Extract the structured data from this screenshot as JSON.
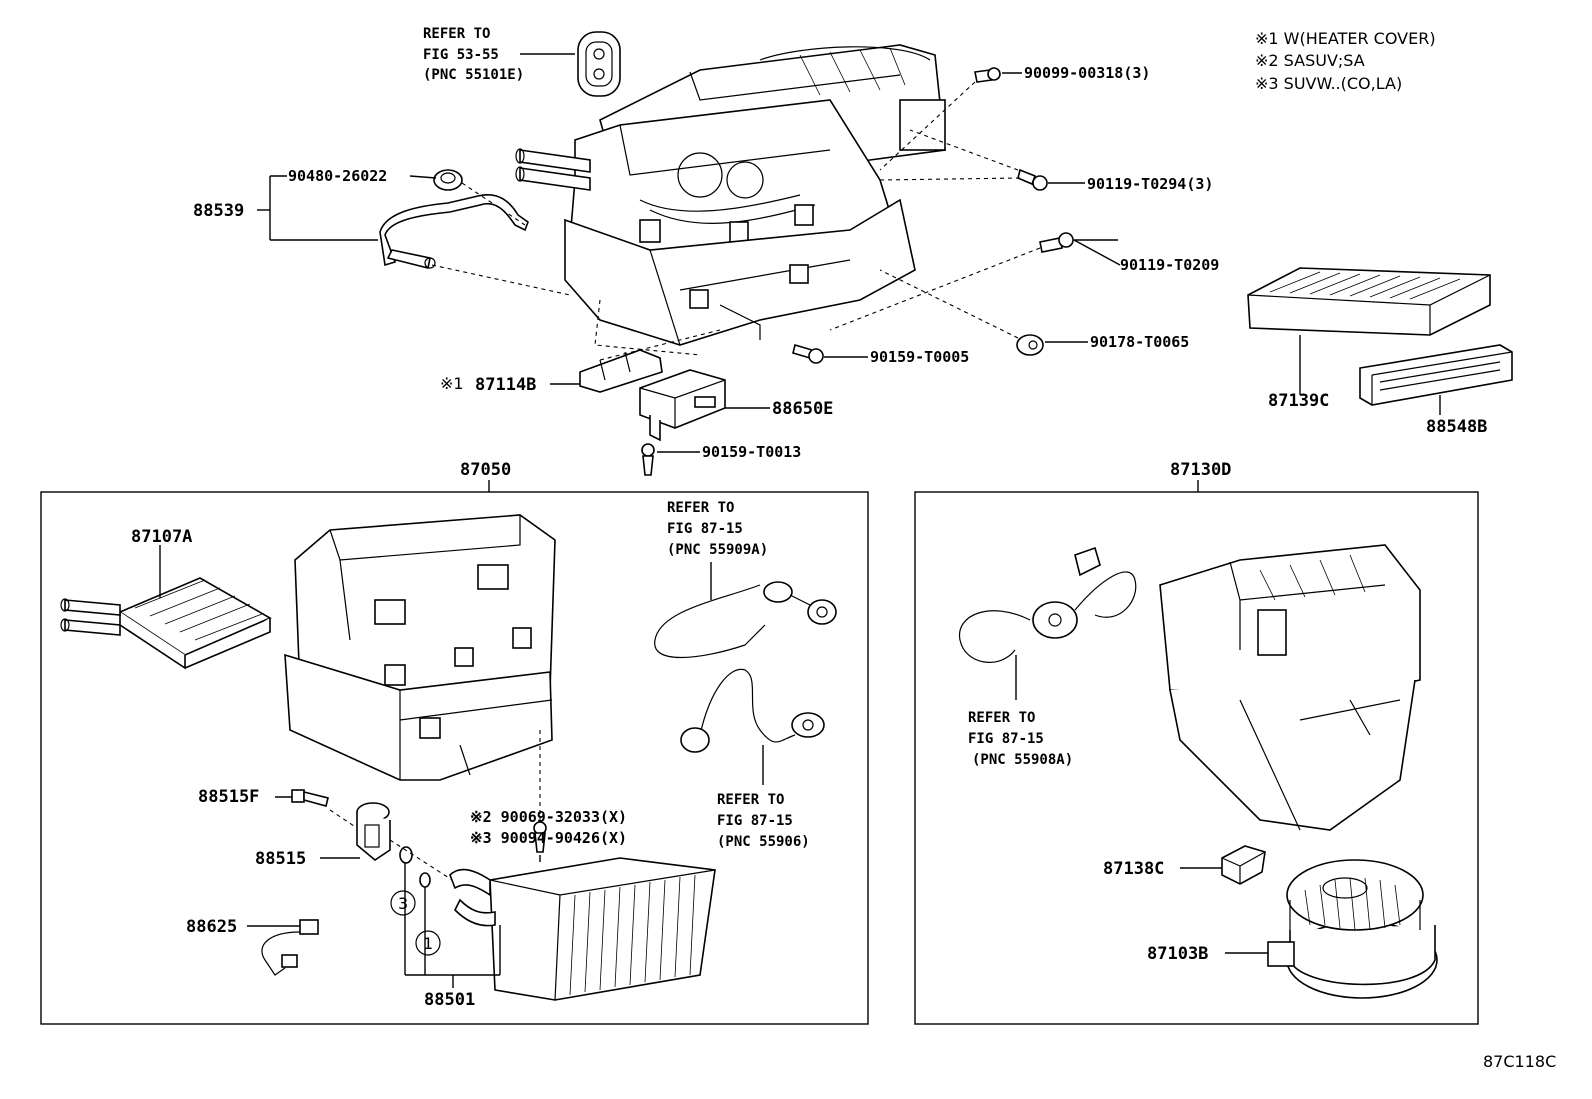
{
  "notes": [
    "※1 W(HEATER COVER)",
    "※2 SASUV;SA",
    "※3 SUVW..(CO,LA)"
  ],
  "figure_code": "87C118C",
  "refs": {
    "r55101e": [
      "REFER TO",
      "FIG 53-55",
      "(PNC 55101E)"
    ],
    "r55909a": [
      "REFER TO",
      "FIG 87-15",
      "(PNC 55909A)"
    ],
    "r55906": [
      "REFER TO",
      "FIG 87-15",
      "(PNC 55906)"
    ],
    "r55908a": [
      "REFER TO",
      "FIG 87-15",
      "(PNC 55908A)"
    ]
  },
  "labels": {
    "p90099": "90099-00318(3)",
    "p90480": "90480-26022",
    "p88539": "88539",
    "p90119a": "90119-T0294(3)",
    "p90119b": "90119-T0209",
    "p90178": "90178-T0065",
    "p90159a": "90159-T0005",
    "p87114b_mark": "※1",
    "p87114b": "87114B",
    "p88650e": "88650E",
    "p90159b": "90159-T0013",
    "p87139c": "87139C",
    "p88548b": "88548B",
    "p87050": "87050",
    "p87130d": "87130D",
    "p87107a": "87107A",
    "p88515f": "88515F",
    "p88515": "88515",
    "p88625": "88625",
    "p88501": "88501",
    "p90069": "※2 90069-32033(X)",
    "p90094": "※3 90094-90426(X)",
    "p87138c": "87138C",
    "p87103b": "87103B",
    "circle1": "1",
    "circle3": "3"
  }
}
